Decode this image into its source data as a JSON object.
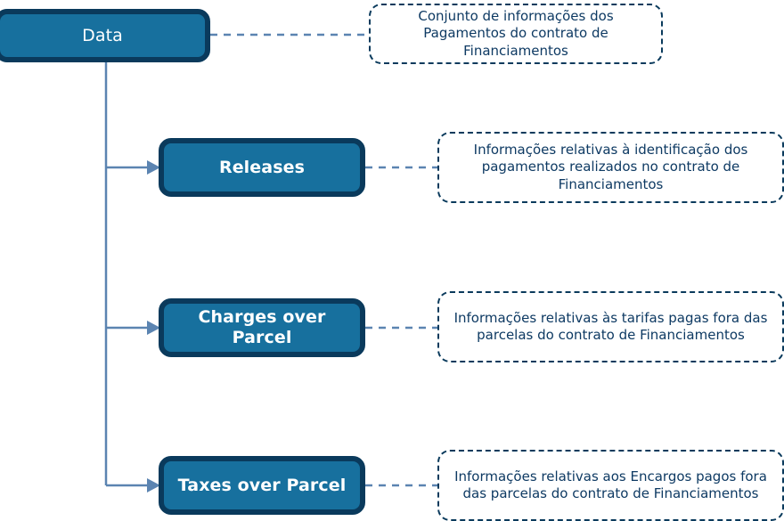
{
  "diagram": {
    "type": "tree",
    "title": "Data",
    "colors": {
      "node_fill": "#17709E",
      "node_border": "#0A3A5C",
      "node_text": "#FFFFFF",
      "desc_border": "#0A3A5C",
      "desc_text": "#0E3A63",
      "connector": "#5B84B1",
      "background": "#FFFFFF"
    },
    "root": {
      "label": "Data",
      "description": "Conjunto de informações dos Pagamentos do contrato de Financiamentos"
    },
    "children": [
      {
        "label": "Releases",
        "description": "Informações relativas à identificação dos pagamentos realizados no contrato de Financiamentos"
      },
      {
        "label": "Charges over Parcel",
        "description": "Informações relativas às tarifas pagas fora das parcelas do contrato de Financiamentos"
      },
      {
        "label": "Taxes over Parcel",
        "description": "Informações relativas aos Encargos pagos fora das parcelas do contrato de Financiamentos"
      }
    ]
  }
}
